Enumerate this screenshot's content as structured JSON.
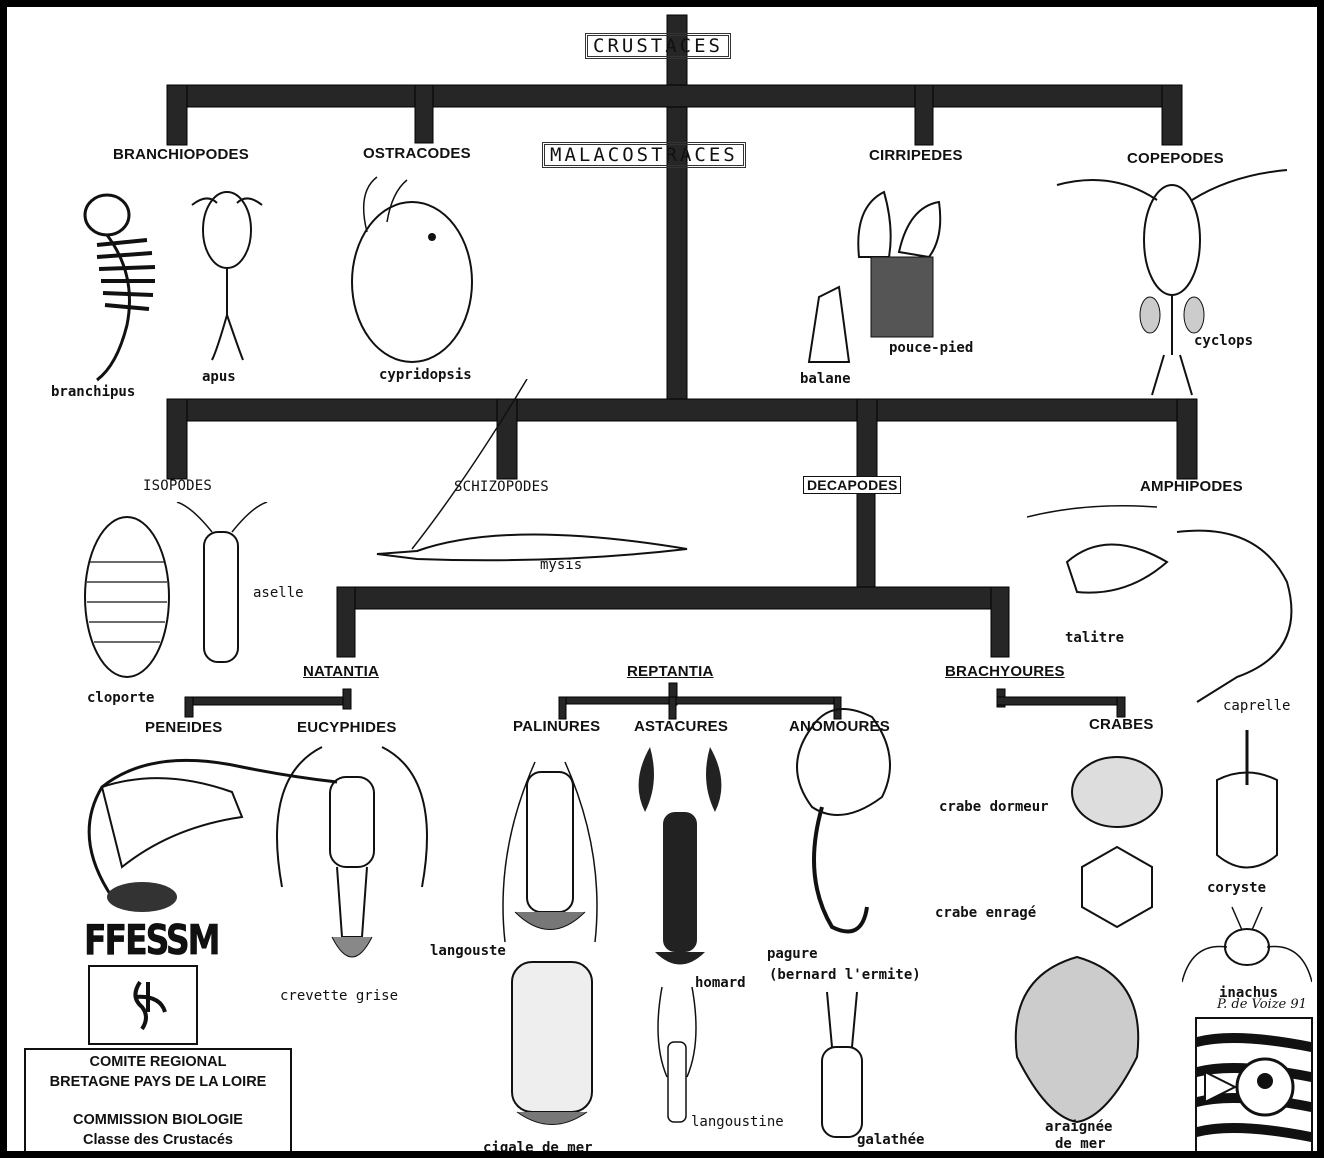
{
  "title": "CRUSTACES",
  "groups": {
    "branchiopodes": "BRANCHIOPODES",
    "ostracodes": "OSTRACODES",
    "malacostraces": "MALACOSTRACES",
    "cirripedes": "CIRRIPEDES",
    "copepodes": "COPEPODES",
    "isopodes": "ISOPODES",
    "schizopodes": "SCHIZOPODES",
    "decapodes": "DECAPODES",
    "amphipodes": "AMPHIPODES",
    "natantia": "NATANTIA",
    "reptantia": "REPTANTIA",
    "brachyoures": "BRACHYOURES",
    "peneides": "PENEIDES",
    "eucyphides": "EUCYPHIDES",
    "palinures": "PALINURES",
    "astacures": "ASTACURES",
    "anomoures": "ANOMOURES",
    "crabes": "CRABES"
  },
  "species": {
    "branchipus": "branchipus",
    "apus": "apus",
    "cypridopsis": "cypridopsis",
    "balane": "balane",
    "pouce_pied": "pouce-pied",
    "cyclops": "cyclops",
    "cloporte": "cloporte",
    "aselle": "aselle",
    "mysis": "mysis",
    "talitre": "talitre",
    "caprelle": "caprelle",
    "crabe_dormeur": "crabe dormeur",
    "crabe_enrage": "crabe enragé",
    "coryste": "coryste",
    "inachus": "inachus",
    "crevette_grise": "crevette grise",
    "langouste": "langouste",
    "homard": "homard",
    "pagure": "pagure",
    "bernard": "(bernard l'ermite)",
    "cigale_de_mer": "cigale de mer",
    "langoustine": "langoustine",
    "galathee": "galathée",
    "araignee_1": "araignée",
    "araignee_2": "de mer"
  },
  "logo": {
    "name": "FFESSM"
  },
  "committee": {
    "line1": "COMITE REGIONAL",
    "line2": "BRETAGNE PAYS DE LA LOIRE",
    "line3": "COMMISSION BIOLOGIE",
    "line4": "Classe des Crustacés"
  },
  "signature": "P. de Voize 91",
  "colors": {
    "branch": "#262626",
    "ink": "#111111"
  }
}
